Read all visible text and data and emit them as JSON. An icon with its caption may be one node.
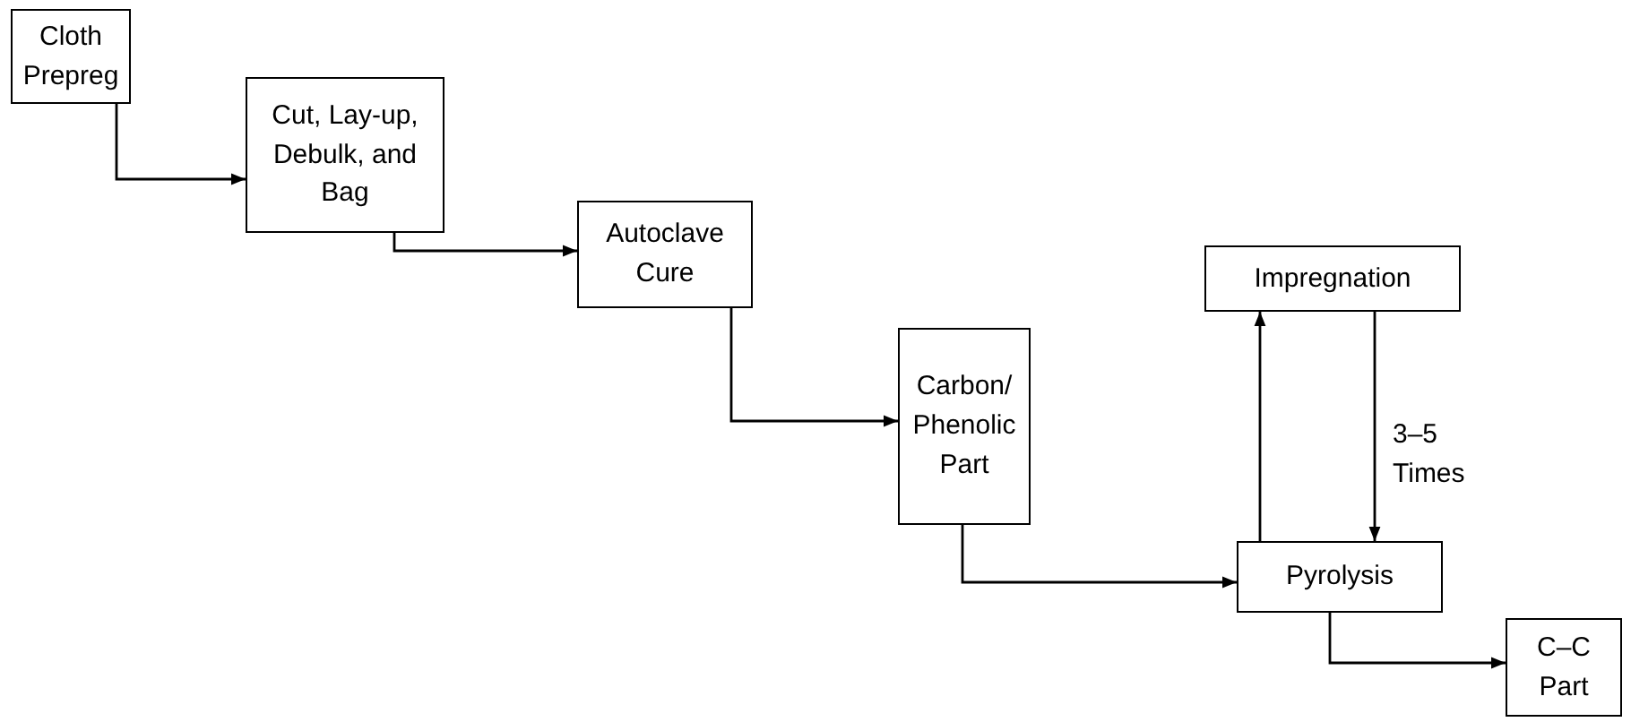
{
  "diagram": {
    "nodes": [
      {
        "text": [
          "Cloth Prepreg"
        ]
      },
      {
        "text": [
          "Cut, Lay-up, Debulk, and Bag"
        ]
      },
      {
        "text": [
          "Autoclave Cure"
        ]
      },
      {
        "text": [
          "Carbon/ Phenolic Part"
        ]
      },
      {
        "text": [
          "Impregnation"
        ]
      },
      {
        "text": [
          "Pyrolysis"
        ]
      },
      {
        "text": [
          "C–C Part"
        ]
      }
    ],
    "edges": [
      {
        "from": 0,
        "to": 1,
        "arrow": "to"
      },
      {
        "from": 1,
        "to": 2,
        "arrow": "to"
      },
      {
        "from": 2,
        "to": 3,
        "arrow": "to"
      },
      {
        "from": 3,
        "to": 5,
        "arrow": "to"
      },
      {
        "from": 5,
        "to": 4,
        "arrow": "to"
      },
      {
        "from": 4,
        "to": 5,
        "arrow": "to",
        "label": "3–5 Times"
      },
      {
        "from": 5,
        "to": 6,
        "arrow": "to"
      }
    ]
  }
}
